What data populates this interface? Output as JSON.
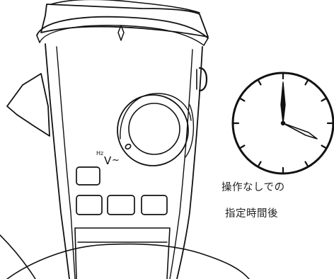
{
  "meter": {
    "hz_label": "Hz",
    "v_label": "V",
    "ac_symbol": "~"
  },
  "caption": {
    "line1": "操作なしでの",
    "line2": "指定時間後"
  },
  "clock": {
    "hour_hand_points_to": 4,
    "minute_hand_points_to": 12
  }
}
